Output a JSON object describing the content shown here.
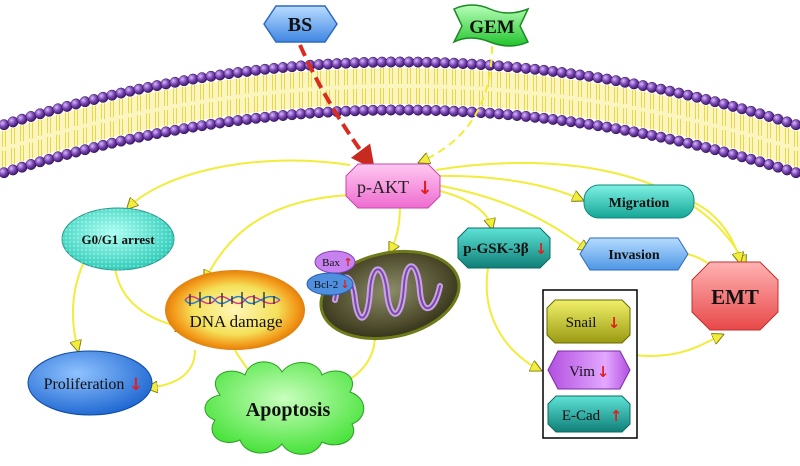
{
  "inputs": {
    "bs": "BS",
    "gem": "GEM"
  },
  "nodes": {
    "p_akt": "p-AKT",
    "g0g1": "G0/G1 arrest",
    "dna_damage": "DNA damage",
    "bax": "Bax",
    "bcl2": "Bcl-2",
    "p_gsk3b": "p-GSK-3β",
    "migration": "Migration",
    "invasion": "Invasion",
    "emt": "EMT",
    "proliferation": "Proliferation",
    "apoptosis": "Apoptosis",
    "snail": "Snail",
    "vim": "Vim",
    "ecad": "E-Cad"
  },
  "indicators": {
    "down": "↓",
    "up": "↑"
  },
  "colors": {
    "arrow_yellow": "#f2ec3a",
    "arrow_red": "#d92b20",
    "membrane_purple": "#6a3a98",
    "bs_blue": "#5aa0ee",
    "gem_green": "#3ee04a",
    "pakt_pink": "#f27fd6",
    "teal": "#27b8a8",
    "emt_red": "#f05a5a",
    "apoptosis_green": "#5cf04a"
  }
}
